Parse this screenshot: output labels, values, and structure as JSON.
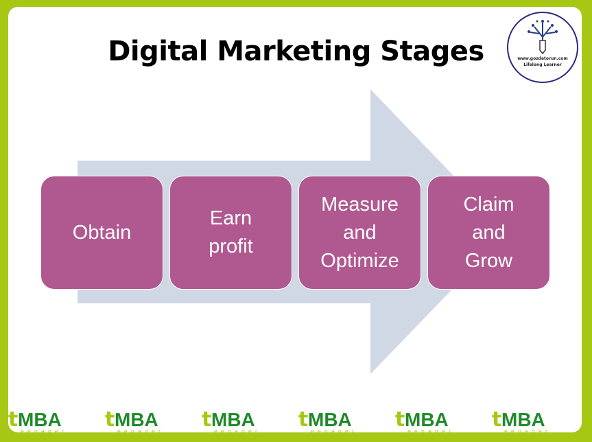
{
  "slide": {
    "title": "Digital Marketing Stages"
  },
  "stages": [
    "Obtain",
    "Earn\nprofit",
    "Measure\nand\nOptimize",
    "Claim\nand\nGrow"
  ],
  "logo": {
    "url": "www.gozdetorun.com",
    "tagline": "Lifelong Learner"
  },
  "footer": {
    "brand": "MBA",
    "brand_prefix": "t",
    "brand_sub": "eenager",
    "count": 6
  },
  "colors": {
    "frame": "#a6c815",
    "stage": "#b05890",
    "arrow": "#d0d8e6",
    "brand": "#1e8a2a"
  }
}
